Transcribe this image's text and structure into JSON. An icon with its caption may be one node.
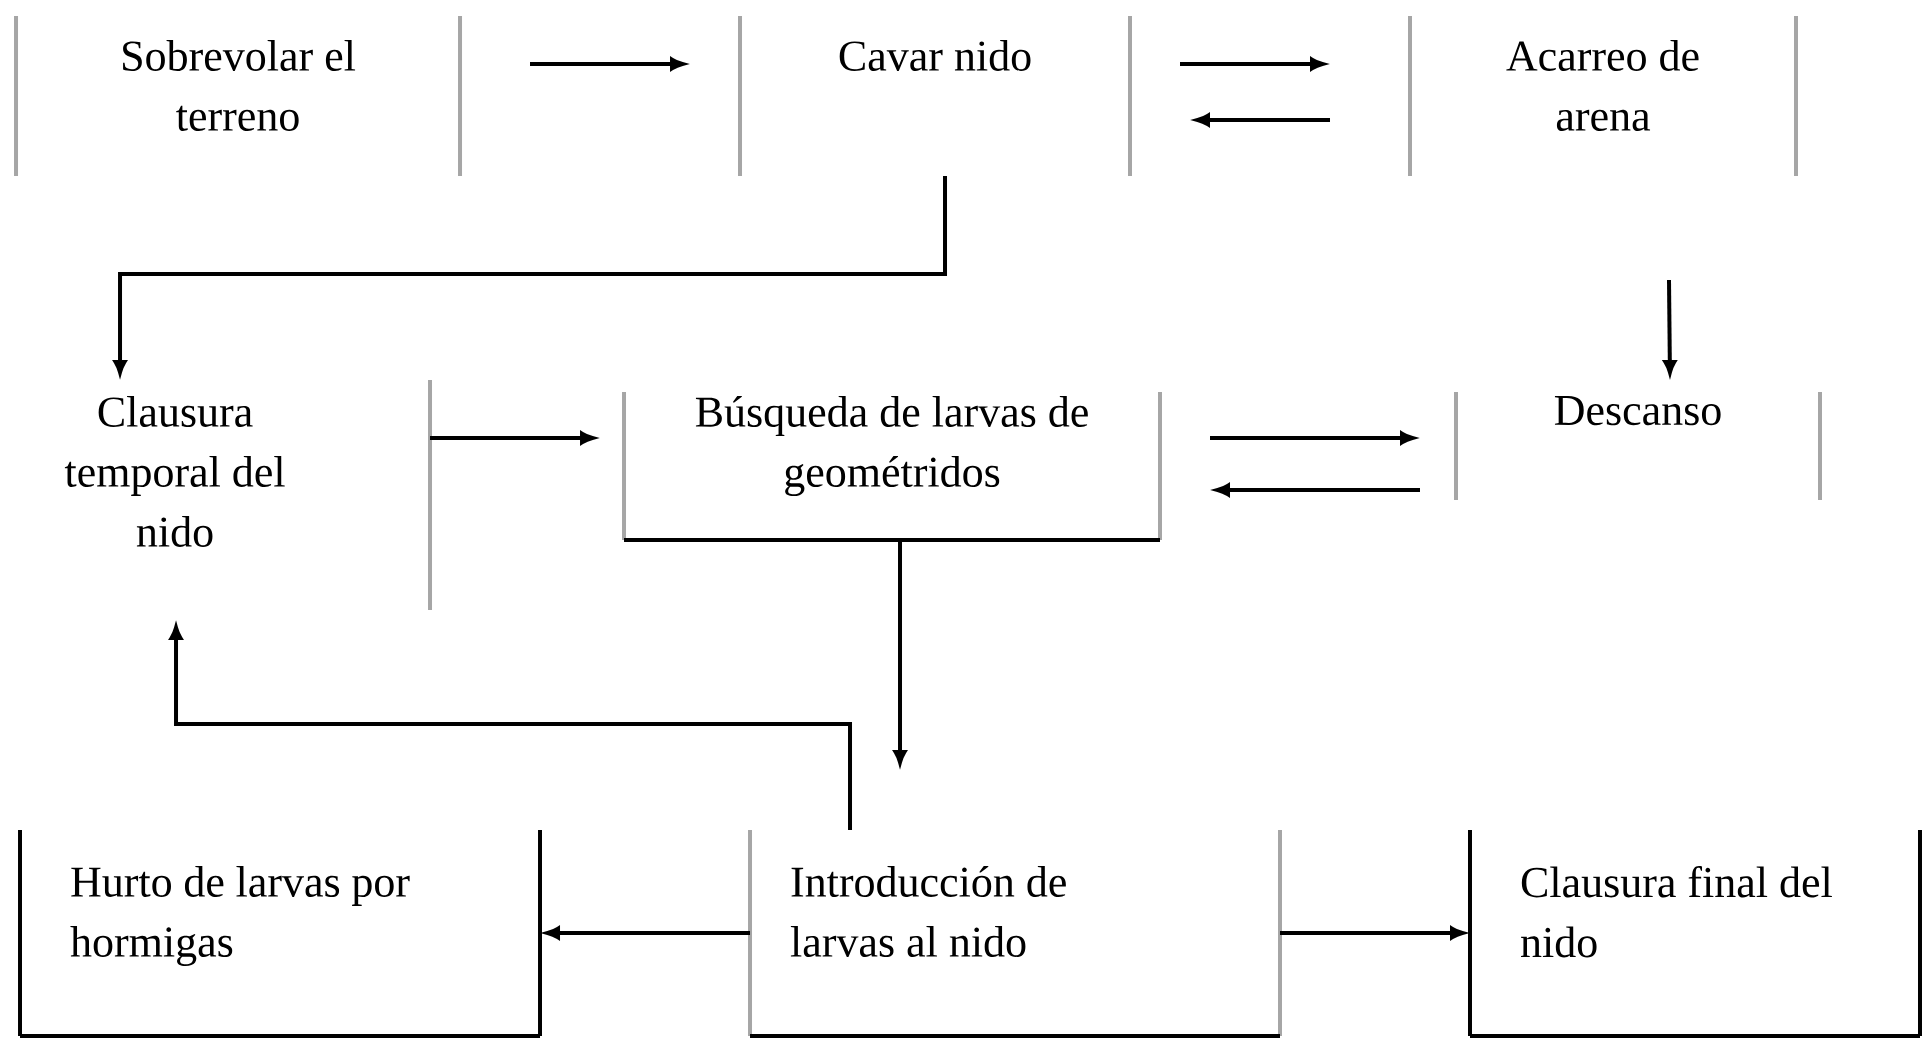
{
  "diagram": {
    "nodes": [
      {
        "text": [
          "Sobrevolar el terreno"
        ]
      },
      {
        "text": [
          "Cavar nido"
        ]
      },
      {
        "text": [
          "Acarreo de arena"
        ]
      },
      {
        "text": [
          "Clausura temporal del nido"
        ]
      },
      {
        "text": [
          "Búsqueda de larvas de geométridos"
        ]
      },
      {
        "text": [
          "Descanso"
        ]
      },
      {
        "text": [
          "Hurto de larvas por hormigas"
        ]
      },
      {
        "text": [
          "Introducción de larvas al nido"
        ]
      },
      {
        "text": [
          "Clausura final del nido"
        ]
      }
    ],
    "edges": [
      {
        "from": 0,
        "to": 1,
        "arrow": "to"
      },
      {
        "from": 1,
        "to": 2,
        "arrow": "to"
      },
      {
        "from": 2,
        "to": 1,
        "arrow": "to"
      },
      {
        "from": 1,
        "to": 3,
        "arrow": "to"
      },
      {
        "from": 2,
        "to": 5,
        "arrow": "to"
      },
      {
        "from": 3,
        "to": 4,
        "arrow": "to"
      },
      {
        "from": 4,
        "to": 5,
        "arrow": "to"
      },
      {
        "from": 5,
        "to": 4,
        "arrow": "to"
      },
      {
        "from": 4,
        "to": 7,
        "arrow": "to"
      },
      {
        "from": 7,
        "to": 3,
        "arrow": "to"
      },
      {
        "from": 7,
        "to": 6,
        "arrow": "to"
      },
      {
        "from": 7,
        "to": 8,
        "arrow": "to"
      }
    ]
  }
}
